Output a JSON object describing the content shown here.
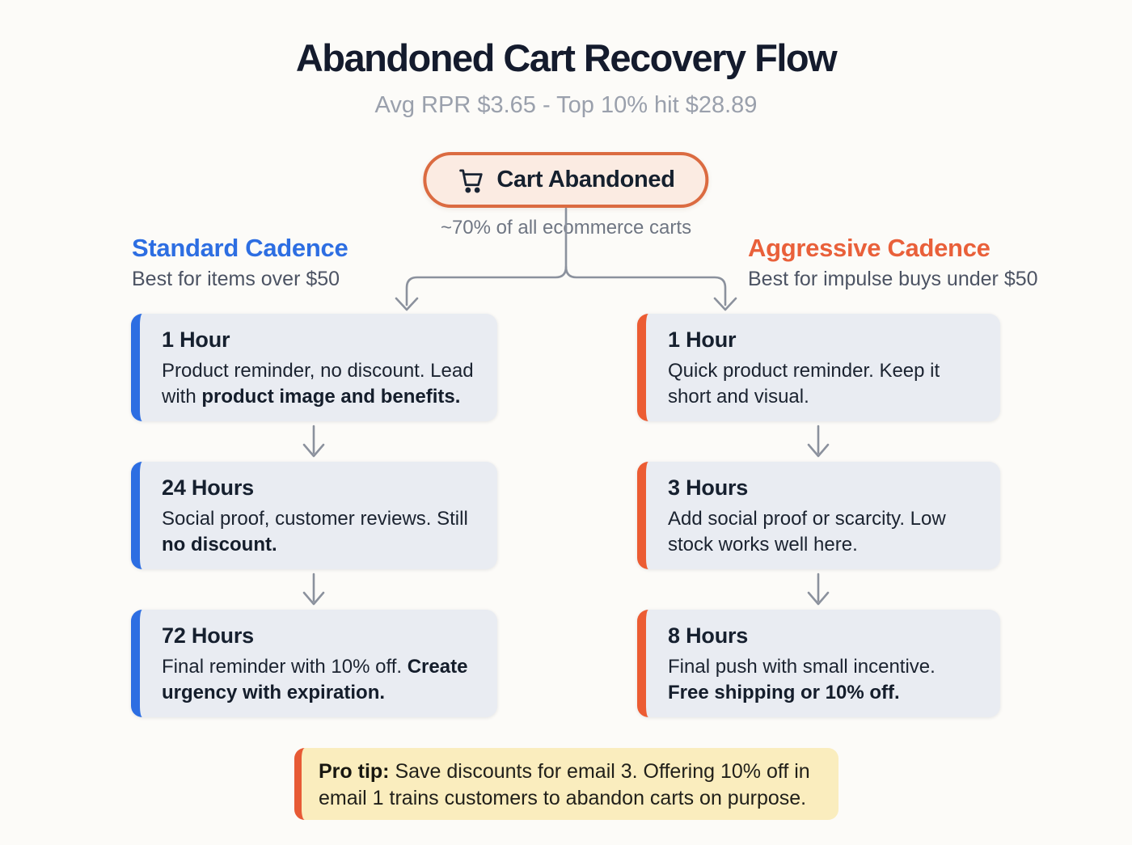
{
  "page": {
    "title": "Abandoned Cart Recovery Flow",
    "subtitle": "Avg RPR $3.65 - Top 10% hit $28.89"
  },
  "start_node": {
    "icon": "shopping-cart-icon",
    "label": "Cart Abandoned",
    "caption": "~70% of all ecommerce carts"
  },
  "columns": [
    {
      "name": "Standard Cadence",
      "description": "Best for items over $50",
      "accent_color": "#2d6ee2",
      "cards": [
        {
          "title": "1 Hour",
          "body": "Product reminder, no discount. Lead with ",
          "body_bold": "product image and benefits."
        },
        {
          "title": "24 Hours",
          "body": "Social proof, customer reviews. Still ",
          "body_bold": "no discount."
        },
        {
          "title": "72 Hours",
          "body": "Final reminder with 10% off. ",
          "body_bold": "Create urgency with expiration."
        }
      ]
    },
    {
      "name": "Aggressive Cadence",
      "description": "Best for impulse buys under $50",
      "accent_color": "#ec5c33",
      "cards": [
        {
          "title": "1 Hour",
          "body": "Quick product reminder. Keep it short and visual.",
          "body_bold": ""
        },
        {
          "title": "3 Hours",
          "body": "Add social proof or scarcity. Low stock works well here.",
          "body_bold": ""
        },
        {
          "title": "8 Hours",
          "body": "Final push with small incentive. ",
          "body_bold": "Free shipping or 10% off."
        }
      ]
    }
  ],
  "pro_tip": {
    "label": "Pro tip:",
    "text": " Save discounts for email 3. Offering 10% off in email 1 trains customers to abandon carts on purpose."
  },
  "colors": {
    "background": "#fcfbf8",
    "title_text": "#141b2d",
    "subtitle_text": "#9aa0ac",
    "pill_border": "#db6b41",
    "pill_background": "#fbebe2",
    "card_background": "#e9ecf2",
    "standard_accent": "#2d6ee2",
    "aggressive_accent": "#ec5c33",
    "connector_gray": "#8b919d",
    "protip_background": "#faedbe",
    "protip_accent": "#e75a35"
  }
}
